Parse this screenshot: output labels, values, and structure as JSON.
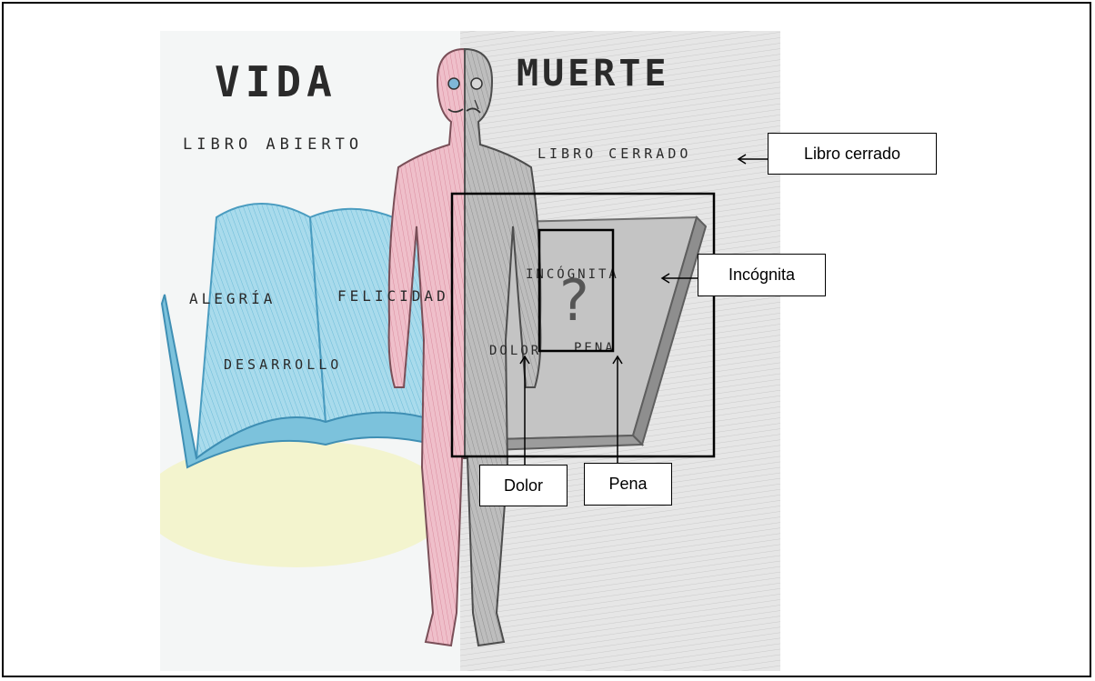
{
  "drawing": {
    "heading_left": "VIDA",
    "heading_right": "MUERTE",
    "left_subtitle": "LIBRO ABIERTO",
    "right_subtitle": "LIBRO CERRADO",
    "left_words": [
      "ALEGRÍA",
      "FELICIDAD",
      "DESARROLLO"
    ],
    "right_words": [
      "INCÓGNITA",
      "DOLOR",
      "PENA"
    ],
    "question_mark": "?",
    "colors": {
      "life_paper": "#f4f6f6",
      "death_paper": "#e4e4e4",
      "open_book": "#8fd0e6",
      "life_body": "#eab0bd",
      "death_body": "#b9b9b9",
      "yellow_shading": "#f2f3bd",
      "ink": "#2a2a2a"
    }
  },
  "callouts": {
    "libro_cerrado": "Libro cerrado",
    "incognita": "Incógnita",
    "dolor": "Dolor",
    "pena": "Pena"
  }
}
